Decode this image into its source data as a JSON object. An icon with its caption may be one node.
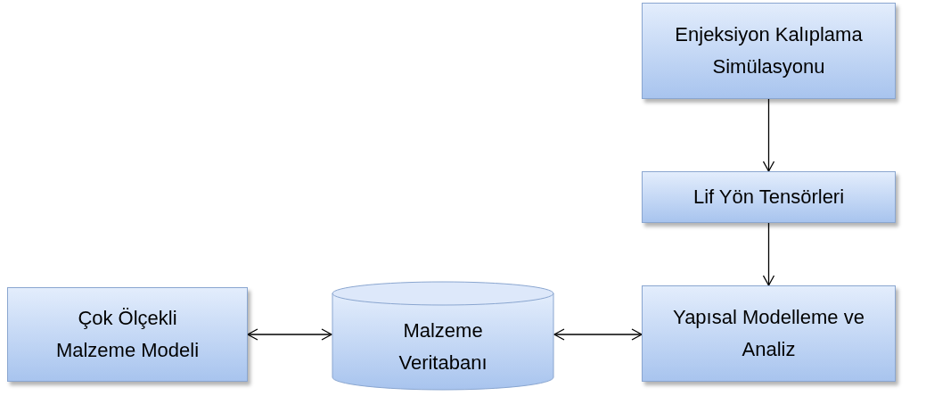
{
  "diagram": {
    "nodes": [
      {
        "text": [
          "Enjeksiyon Kalıplama Simülasyonu"
        ]
      },
      {
        "text": [
          "Lif Yön Tensörleri"
        ]
      },
      {
        "text": [
          "Çok Ölçekli Malzeme Modeli"
        ]
      },
      {
        "text": [
          "Malzeme Veritabanı"
        ]
      },
      {
        "text": [
          "Yapısal Modelleme ve Analiz"
        ]
      }
    ],
    "edges": [
      {
        "from": 0,
        "to": 1,
        "arrow": "to"
      },
      {
        "from": 1,
        "to": 4,
        "arrow": "to"
      },
      {
        "from": 2,
        "to": 3,
        "arrow": "both"
      },
      {
        "from": 3,
        "to": 4,
        "arrow": "both"
      }
    ]
  }
}
